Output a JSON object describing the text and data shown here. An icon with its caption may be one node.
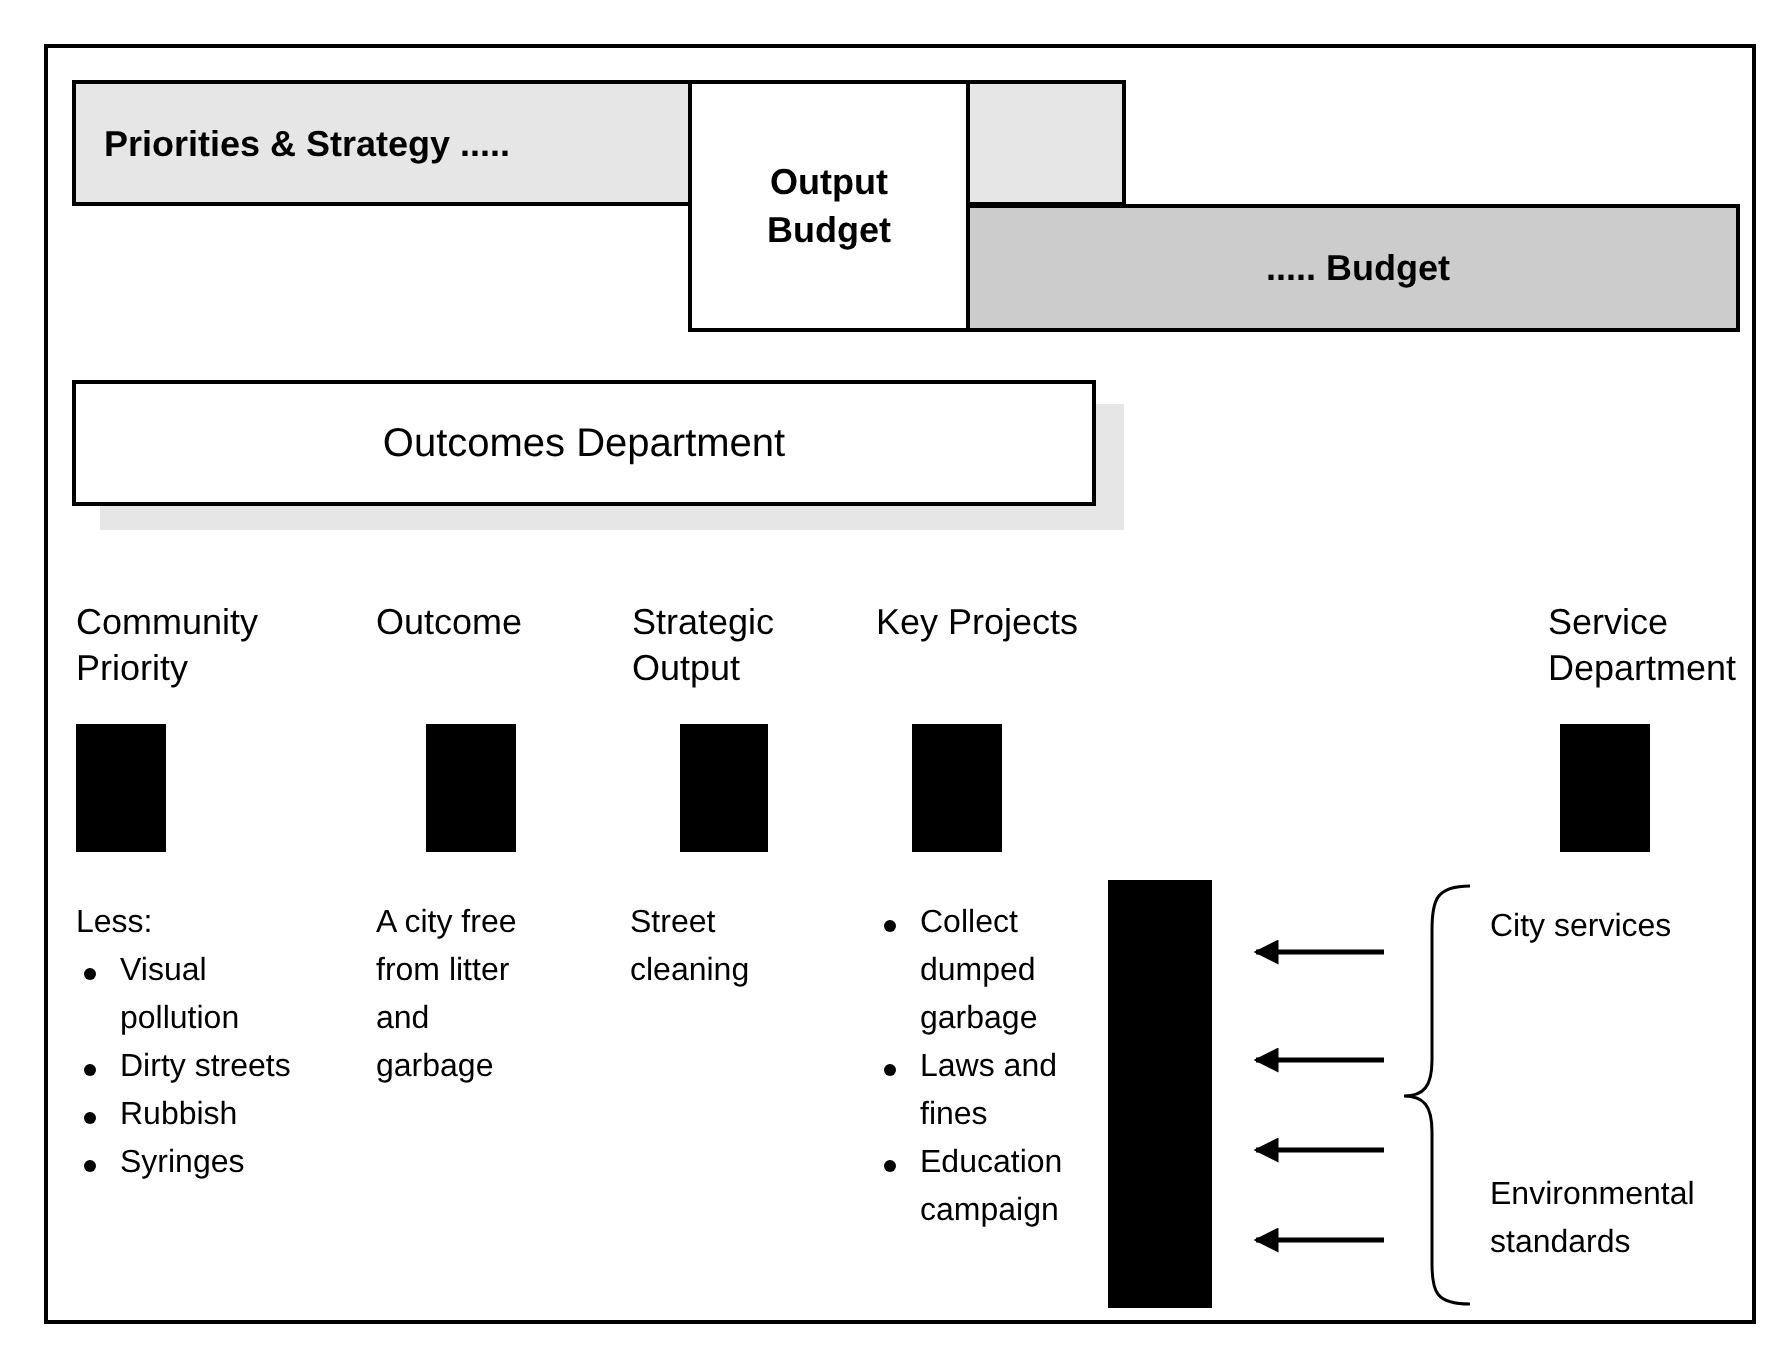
{
  "diagram": {
    "nodes": [
      {
        "text": [
          "Priorities & Strategy ....."
        ]
      },
      {
        "text": [],
        "shape": "box"
      },
      {
        "text": [
          "Output Budget"
        ]
      },
      {
        "text": [
          "..... Budget"
        ]
      },
      {
        "text": [
          "Outcomes Department"
        ]
      },
      {
        "text": [],
        "shape": "bar"
      },
      {
        "text": [],
        "shape": "bar"
      },
      {
        "text": [],
        "shape": "bar"
      },
      {
        "text": [],
        "shape": "bar"
      },
      {
        "text": [],
        "shape": "bar"
      },
      {
        "text": [],
        "shape": "bar"
      }
    ],
    "edges": [
      {
        "from": null,
        "to": 10,
        "arrow": "to"
      },
      {
        "from": null,
        "to": 10,
        "arrow": "to"
      },
      {
        "from": null,
        "to": 10,
        "arrow": "to"
      },
      {
        "from": null,
        "to": 10,
        "arrow": "to"
      }
    ],
    "labels": [
      "Community Priority",
      "Outcome",
      "Strategic Output",
      "Key Projects",
      "Service Department",
      "Less:",
      "Visual pollution",
      "Dirty streets",
      "Rubbish",
      "Syringes",
      "A city free from litter and garbage",
      "Street cleaning",
      "Collect dumped garbage",
      "Laws and fines",
      "Education campaign",
      "City services",
      "Environmental standards"
    ]
  }
}
